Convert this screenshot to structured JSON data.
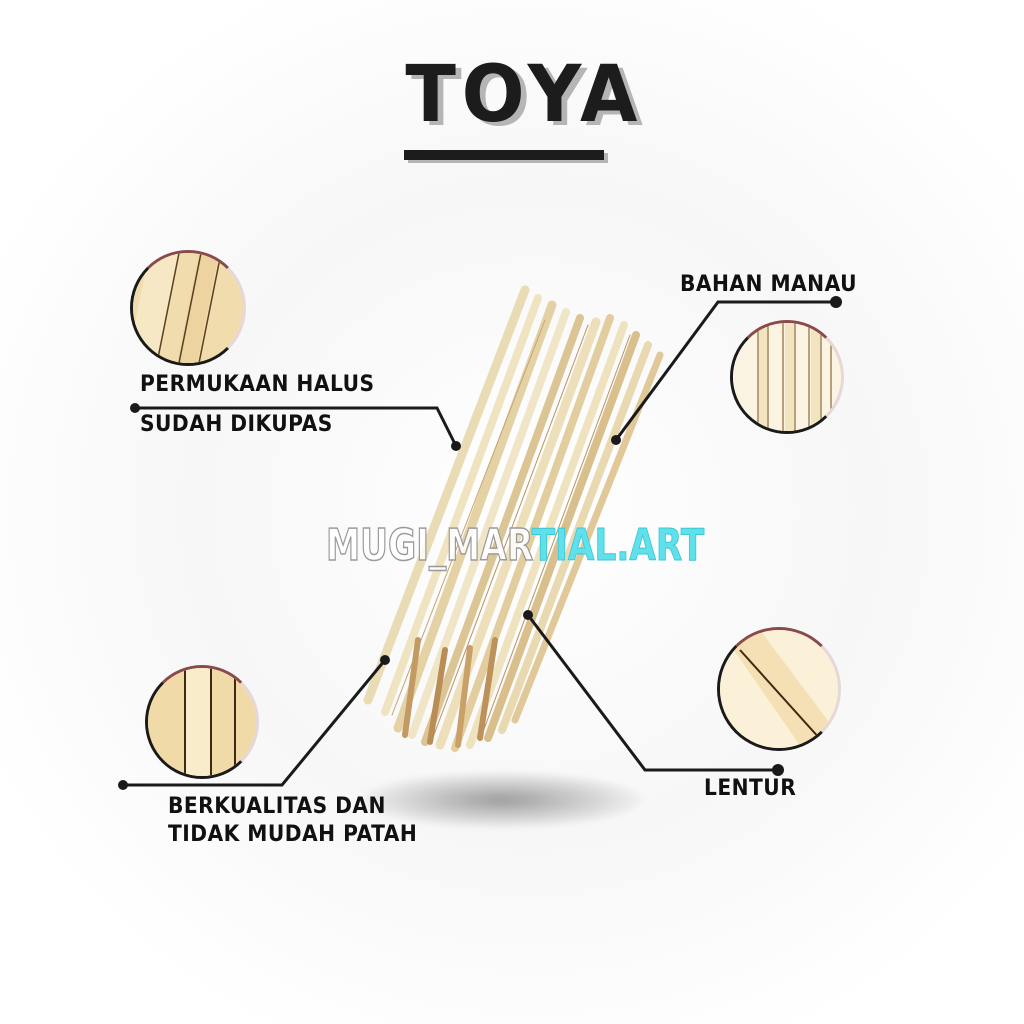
{
  "title": "TOYA",
  "features": [
    {
      "id": "permukaan",
      "lines": [
        "PERMUKAAN HALUS",
        "SUDAH DIKUPAS"
      ]
    },
    {
      "id": "bahan",
      "lines": [
        "BAHAN MANAU"
      ]
    },
    {
      "id": "berkualitas",
      "lines": [
        "BERKUALITAS DAN",
        "TIDAK MUDAH PATAH"
      ]
    },
    {
      "id": "lentur",
      "lines": [
        "LENTUR"
      ]
    }
  ],
  "watermark": {
    "part1": "MUGI_MAR",
    "part2": "TIAL.ART"
  },
  "colors": {
    "title": "#1c1c1c",
    "watermark_accent": "#5fe0ea",
    "rattan": "#e8d5a8",
    "line": "#1a1a1a"
  }
}
